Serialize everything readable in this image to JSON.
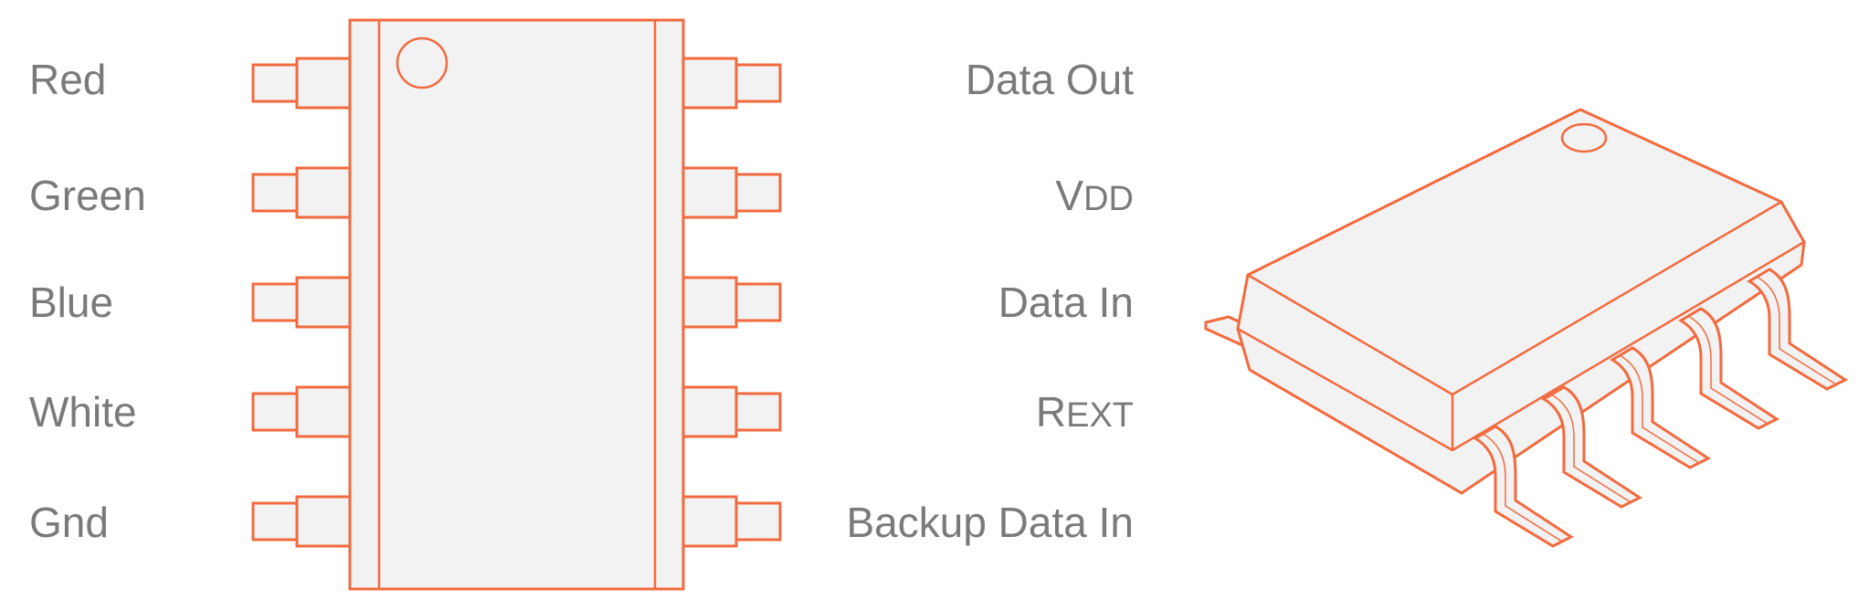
{
  "left_pins": [
    "Red",
    "Green",
    "Blue",
    "White",
    "Gnd"
  ],
  "right_pins": [
    "Data Out",
    "VDD",
    "Data In",
    "REXT",
    "Backup Data In"
  ],
  "right_display": {
    "data_out": "Data Out",
    "vdd_big": "V",
    "vdd_small": "DD",
    "data_in": "Data In",
    "rext_big": "R",
    "rext_small": "EXT",
    "backup_data_in": "Backup Data In"
  },
  "colors": {
    "outline": "#f26a3e",
    "fill": "#f2f2f2",
    "text": "#7a7a7a"
  },
  "icons": [
    "soic-10-package-top-view",
    "soic-10-package-isometric-view",
    "pin-1-marker"
  ]
}
